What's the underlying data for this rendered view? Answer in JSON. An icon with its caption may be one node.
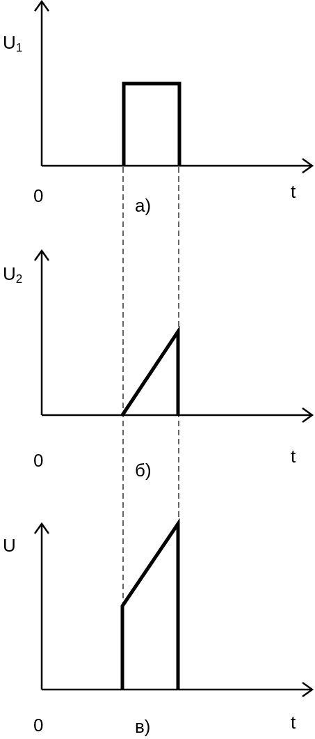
{
  "diagram": {
    "labels": [
      "U$_{1}$",
      "0",
      "t",
      "а)",
      "U$_{2}$",
      "0",
      "t",
      "б)",
      "U",
      "0",
      "t",
      "в)"
    ]
  }
}
